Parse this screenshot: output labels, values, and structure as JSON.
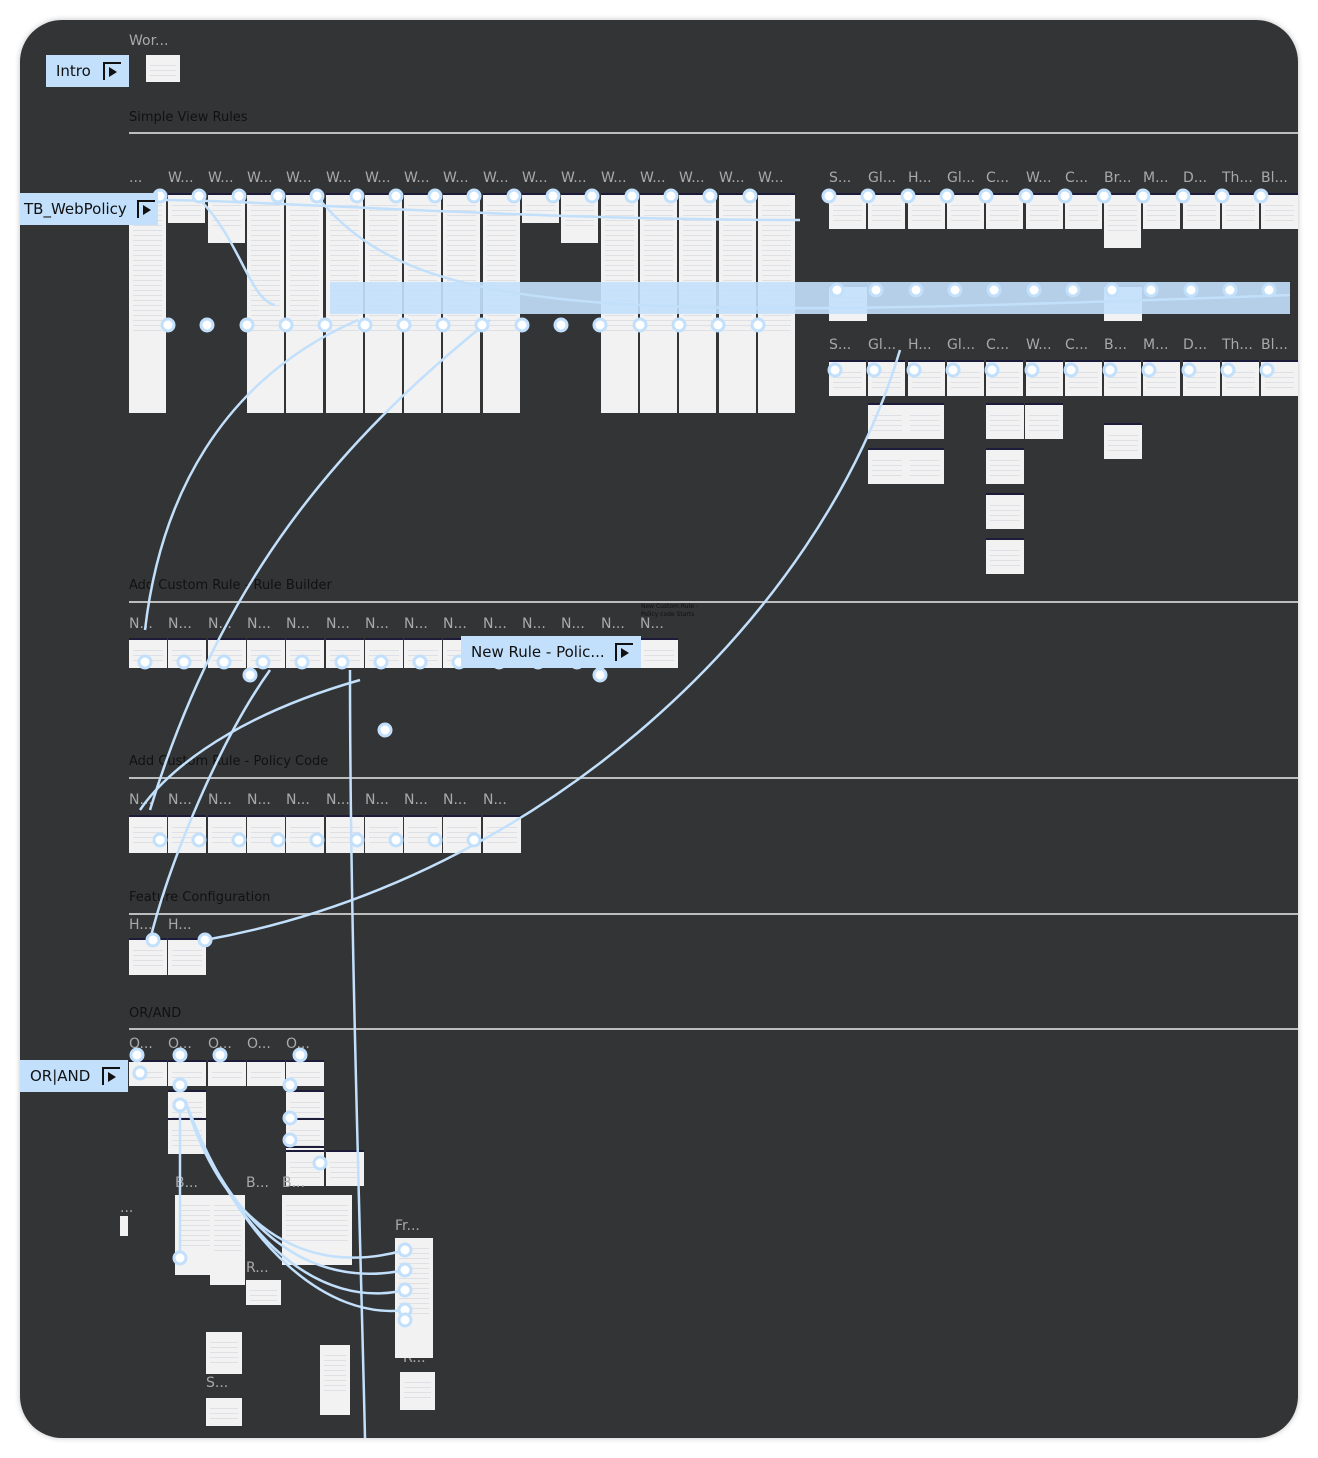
{
  "colors": {
    "canvas": "#333436",
    "connector": "#c2e0fb",
    "section_text": "#111111",
    "frame_label": "#a9a9a9"
  },
  "flows": {
    "intro": "Intro",
    "tb_webpolicy": "TB_WebPolicy",
    "or_and": "OR|AND",
    "new_rule": "New Rule - Polic..."
  },
  "sections": {
    "intro_frame": "Wor...",
    "simple_view": "Simple View Rules",
    "rule_builder": "Add Custom Rule - Rule Builder",
    "policy_code": "Add Custom Rule - Policy Code",
    "feature_config": "Feature Configuration",
    "or_and": "OR/AND"
  },
  "note": "New Custom Rule - Policy code Starts",
  "frames": {
    "simple_row": [
      "...",
      "W...",
      "W...",
      "W...",
      "W...",
      "W...",
      "W...",
      "W...",
      "W...",
      "W...",
      "W...",
      "W...",
      "W...",
      "W...",
      "W...",
      "W...",
      "W..."
    ],
    "simple_right_row1": [
      "S...",
      "Gl...",
      "H...",
      "Gl...",
      "C...",
      "W...",
      "C...",
      "Br...",
      "M...",
      "D...",
      "Th...",
      "Bl..."
    ],
    "simple_right_row3": [
      "S...",
      "Gl...",
      "H...",
      "Gl...",
      "C...",
      "W...",
      "C...",
      "B...",
      "M...",
      "D...",
      "Th...",
      "Bl..."
    ],
    "rule_builder_row": [
      "N...",
      "N...",
      "N...",
      "N...",
      "N...",
      "N...",
      "N...",
      "N...",
      "N...",
      "N...",
      "N...",
      "N...",
      "N...",
      "N..."
    ],
    "policy_code_row": [
      "N...",
      "N...",
      "N...",
      "N...",
      "N...",
      "N...",
      "N...",
      "N...",
      "N...",
      "N..."
    ],
    "feature_row": [
      "H...",
      "H..."
    ],
    "or_and_row": [
      "O...",
      "O...",
      "O...",
      "O...",
      "O..."
    ],
    "or_and_misc": [
      "B...",
      "B...",
      "B...",
      "B...",
      "R...",
      "Fr...",
      "R...",
      "S...",
      "..."
    ]
  }
}
